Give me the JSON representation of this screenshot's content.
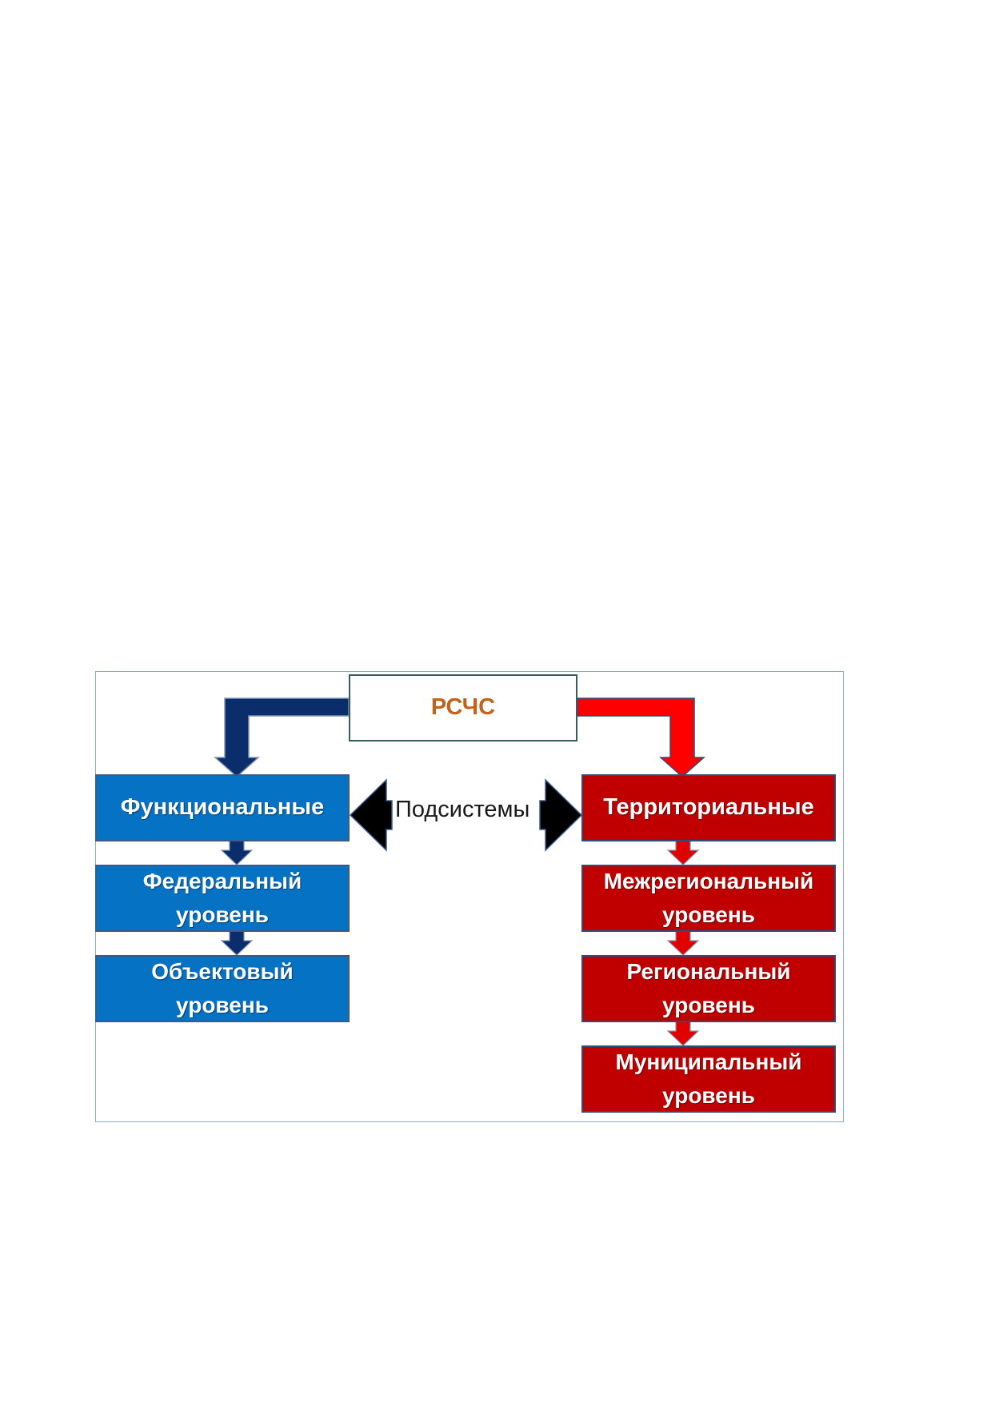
{
  "diagram": {
    "root": "РСЧС",
    "connector_label": "Подсистемы",
    "left_branch": {
      "title": "Функциональные",
      "levels": [
        [
          "Федеральный",
          "уровень"
        ],
        [
          "Объектовый",
          "уровень"
        ]
      ]
    },
    "right_branch": {
      "title": "Территориальные",
      "levels": [
        [
          "Межрегиональный",
          "уровень"
        ],
        [
          "Региональный",
          "уровень"
        ],
        [
          "Муниципальный",
          "уровень"
        ]
      ]
    },
    "colors": {
      "functional": "#0672c4",
      "functional_arrow": "#0b2d6b",
      "territorial": "#c00000",
      "territorial_arrow": "#e00000",
      "root_text": "#c0631c"
    }
  }
}
